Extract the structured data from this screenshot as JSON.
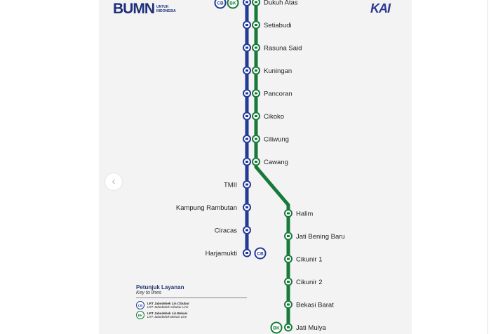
{
  "logos": {
    "bumn": "BUMN",
    "bumn_tagline": "UNTUK INDONESIA",
    "kai": "KAI"
  },
  "colors": {
    "cibubur": "#233a97",
    "bekasi": "#177a3a",
    "panel": "#f3f3f3"
  },
  "navigation": {
    "prev_icon": "chevron-left-icon",
    "prev_glyph": "‹"
  },
  "shared_stations": [
    "Dukuh Atas",
    "Setiabudi",
    "Rasuna Said",
    "Kuningan",
    "Pancoran",
    "Cikoko",
    "Ciliwung",
    "Cawang"
  ],
  "cibubur_stations": [
    "TMII",
    "Kampung Rambutan",
    "Ciracas",
    "Harjamukti"
  ],
  "bekasi_stations": [
    "Halim",
    "Jati Bening Baru",
    "Cikunir 1",
    "Cikunir 2",
    "Bekasi Barat",
    "Jati Mulya"
  ],
  "badges": {
    "cibubur": "CB",
    "bekasi": "BK"
  },
  "legend": {
    "title": "Petunjuk Layanan",
    "subtitle": "Key to lines",
    "items": [
      {
        "badge": "CB",
        "label": "LRT Jabodebek Lin Cibubur",
        "label_en": "LRT Jabodebek Cibubur Line"
      },
      {
        "badge": "BK",
        "label": "LRT Jabodebek Lin Bekasi",
        "label_en": "LRT Jabodebek Bekasi Line"
      }
    ]
  }
}
